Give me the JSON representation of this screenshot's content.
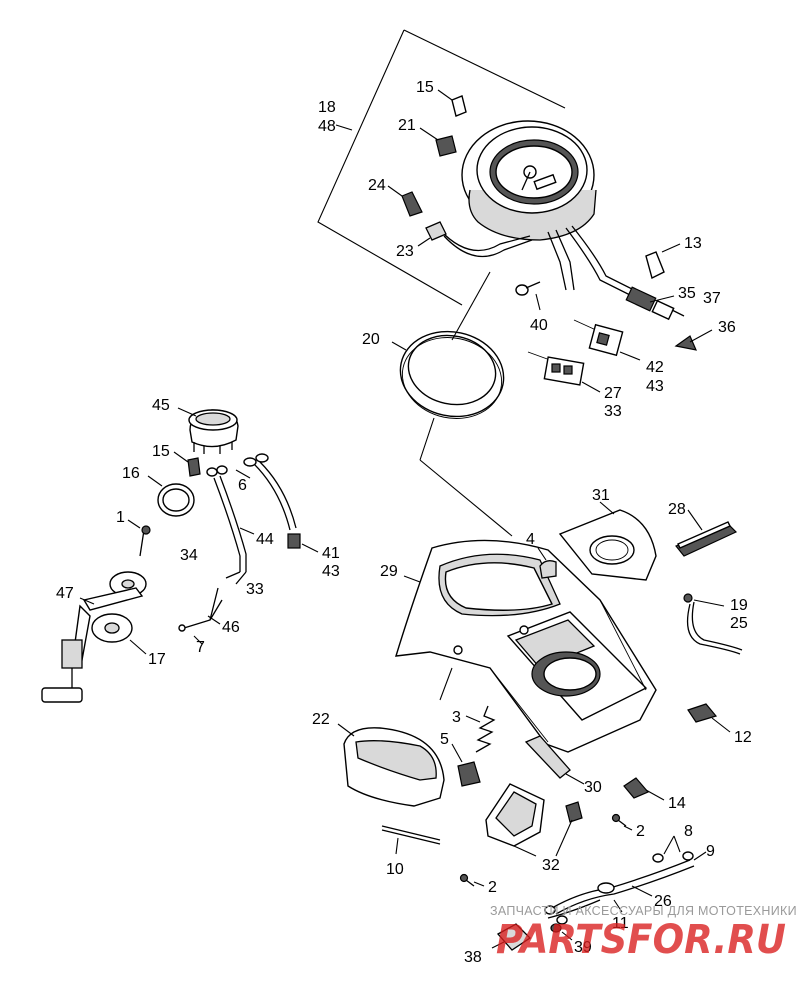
{
  "diagram": {
    "callouts": {
      "p18": "18",
      "p48": "48",
      "p15a": "15",
      "p21": "21",
      "p24": "24",
      "p23": "23",
      "p13": "13",
      "p35": "35",
      "p37": "37",
      "p36": "36",
      "p40": "40",
      "p42": "42",
      "p43a": "43",
      "p27": "27",
      "p33a": "33",
      "p20": "20",
      "p45": "45",
      "p15b": "15",
      "p16": "16",
      "p6": "6",
      "p1": "1",
      "p44": "44",
      "p34": "34",
      "p33b": "33",
      "p41": "41",
      "p43b": "43",
      "p47": "47",
      "p46": "46",
      "p7": "7",
      "p17": "17",
      "p31": "31",
      "p28": "28",
      "p4": "4",
      "p29": "29",
      "p19": "19",
      "p25": "25",
      "p22": "22",
      "p3": "3",
      "p12": "12",
      "p5": "5",
      "p30": "30",
      "p14": "14",
      "p2a": "2",
      "p8": "8",
      "p9": "9",
      "p10": "10",
      "p32": "32",
      "p2b": "2",
      "p26": "26",
      "p11": "11",
      "p38": "38",
      "p39": "39"
    }
  },
  "watermark": {
    "caption": "ЗАПЧАСТИ И АКСЕССУАРЫ ДЛЯ МОТОТЕХНИКИ",
    "logo": "PARTSFOR.RU"
  },
  "colors": {
    "line": "#000000",
    "background": "#ffffff",
    "watermark_logo": "#d81c1c",
    "watermark_text": "#9a9a9a"
  }
}
